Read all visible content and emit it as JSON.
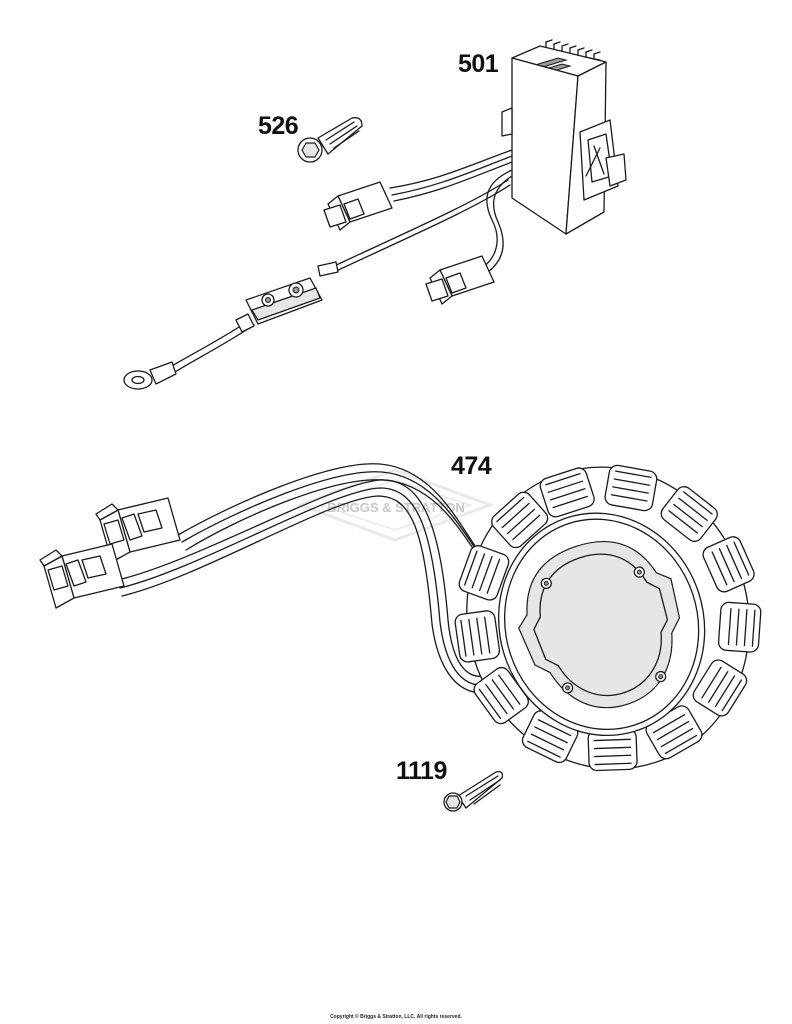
{
  "callouts": {
    "voltage_regulator": "501",
    "regulator_screw": "526",
    "alternator_stator": "474",
    "stator_screw": "1119"
  },
  "watermark_text": "BRIGGS & STRATTON",
  "copyright": "Copyright © Briggs & Stratton, LLC. All rights reserved."
}
